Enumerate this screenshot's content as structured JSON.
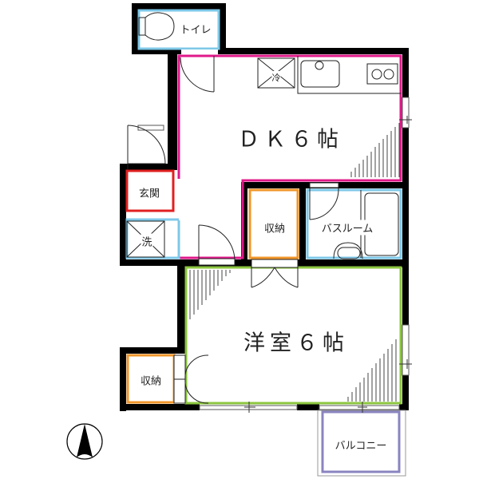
{
  "floor_plan": {
    "rooms": [
      {
        "id": "dk",
        "label": "ＤＫ６帖",
        "type": "dining-kitchen",
        "size_jo": 6,
        "border_color": "#e0198a"
      },
      {
        "id": "western",
        "label": "洋室６帖",
        "type": "western-room",
        "size_jo": 6,
        "border_color": "#8cc63f"
      },
      {
        "id": "toilet",
        "label": "トイレ",
        "type": "toilet",
        "border_color": "#7ec8e8"
      },
      {
        "id": "entrance",
        "label": "玄関",
        "type": "entrance",
        "border_color": "#e02020"
      },
      {
        "id": "laundry",
        "label": "洗",
        "type": "laundry-space",
        "border_color": "#7ec8e8"
      },
      {
        "id": "storage1",
        "label": "収納",
        "type": "storage",
        "border_color": "#f0962a"
      },
      {
        "id": "bathroom",
        "label": "バスルーム",
        "type": "bathroom",
        "border_color": "#7ec8e8"
      },
      {
        "id": "storage2",
        "label": "収納",
        "type": "storage",
        "border_color": "#f0962a"
      },
      {
        "id": "balcony",
        "label": "バルコニー",
        "type": "balcony",
        "border_color": "#8a84c0"
      }
    ],
    "fixtures": {
      "fridge_label": "冷"
    },
    "compass": {
      "direction": "north"
    },
    "colors": {
      "wall": "#000000",
      "dk": "#e0198a",
      "western": "#8cc63f",
      "wet": "#7ec8e8",
      "entrance": "#e02020",
      "storage": "#f0962a",
      "balcony": "#8a84c0"
    }
  }
}
